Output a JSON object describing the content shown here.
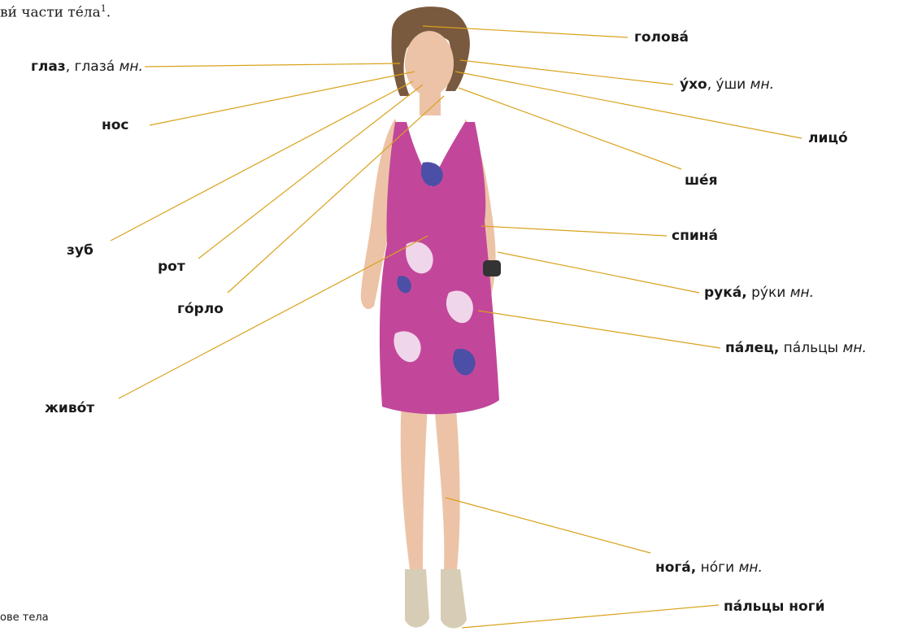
{
  "heading": {
    "text": "ви́ части те́ла",
    "footnote_mark": "1"
  },
  "caption": "ове тела",
  "grammar_mark": "мн.",
  "colors": {
    "leader_line": "#d9a21b",
    "dress": "#c2479a",
    "dress_light": "#f0d6ea",
    "dress_blue": "#4b4fa6",
    "skin": "#ecc3a7",
    "hair": "#7a5a3e",
    "sandal": "#d7cdb6"
  },
  "labels": [
    {
      "id": "golova",
      "word": "голова́",
      "gloss": "",
      "plural_mark": false
    },
    {
      "id": "glaz",
      "word": "глаз",
      "gloss": ", глаза́",
      "plural_mark": true
    },
    {
      "id": "ukho",
      "word": "у́хо",
      "gloss": ", у́ши",
      "plural_mark": true
    },
    {
      "id": "nos",
      "word": "нос",
      "gloss": "",
      "plural_mark": false
    },
    {
      "id": "litso",
      "word": "лицо́",
      "gloss": "",
      "plural_mark": false
    },
    {
      "id": "sheya",
      "word": "ше́я",
      "gloss": "",
      "plural_mark": false
    },
    {
      "id": "zub",
      "word": "зуб",
      "gloss": "",
      "plural_mark": false
    },
    {
      "id": "spina",
      "word": "спина́",
      "gloss": "",
      "plural_mark": false
    },
    {
      "id": "rot",
      "word": "рот",
      "gloss": "",
      "plural_mark": false
    },
    {
      "id": "gorlo",
      "word": "го́рло",
      "gloss": "",
      "plural_mark": false
    },
    {
      "id": "ruka",
      "word": "рука́,",
      "gloss": " ру́ки",
      "plural_mark": true
    },
    {
      "id": "palets",
      "word": "па́лец,",
      "gloss": " па́льцы",
      "plural_mark": true
    },
    {
      "id": "zhivot",
      "word": "живо́т",
      "gloss": "",
      "plural_mark": false
    },
    {
      "id": "noga",
      "word": "нога́,",
      "gloss": " но́ги",
      "plural_mark": true
    },
    {
      "id": "paltsy_nogi",
      "word": "па́льцы ноги́",
      "gloss": "",
      "plural_mark": false
    }
  ]
}
